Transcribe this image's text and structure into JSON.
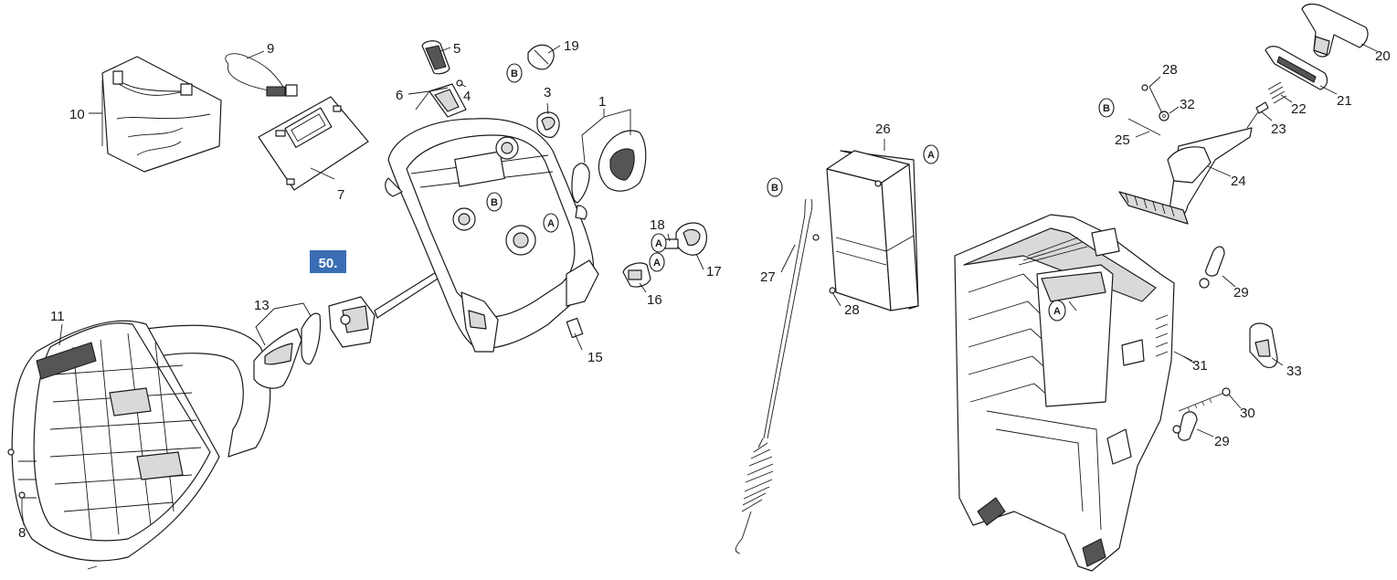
{
  "diagram": {
    "highlight_label": "50.",
    "part_numbers": [
      "1",
      "3",
      "4",
      "5",
      "6",
      "7",
      "8",
      "9",
      "10",
      "11",
      "13",
      "15",
      "16",
      "17",
      "18",
      "19",
      "20",
      "21",
      "22",
      "23",
      "24",
      "25",
      "26",
      "27",
      "28",
      "28",
      "29",
      "29",
      "30",
      "31",
      "32",
      "33"
    ],
    "reference_markers": [
      "A",
      "B",
      "A",
      "B",
      "A",
      "A",
      "A",
      "B",
      "B"
    ],
    "colors": {
      "line": "#1a1a1a",
      "highlight": "#3a6db3",
      "shade": "#d9d9d9"
    }
  }
}
